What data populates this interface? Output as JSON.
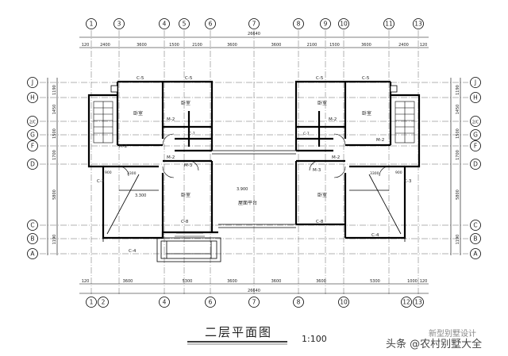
{
  "grid": {
    "top_axes": [
      "1",
      "3",
      "4",
      "5",
      "6",
      "7",
      "8",
      "9",
      "10",
      "11",
      "13"
    ],
    "bottom_axes": [
      "1",
      "2",
      "4",
      "6",
      "7",
      "8",
      "10",
      "12",
      "13"
    ],
    "left_axes": [
      "J",
      "H",
      "2/C",
      "G",
      "F",
      "D",
      "C",
      "B",
      "A"
    ],
    "right_axes": [
      "J",
      "H",
      "2/C",
      "G",
      "F",
      "D",
      "C",
      "B",
      "A"
    ]
  },
  "dimensions": {
    "top_total": "26640",
    "top_parts": [
      "120",
      "2400",
      "3600",
      "1500",
      "2100",
      "3600",
      "3600",
      "2100",
      "1500",
      "3600",
      "2400",
      "120"
    ],
    "bottom_total": "26640",
    "bottom_parts": [
      "120",
      "3600",
      "5300",
      "3600",
      "3600",
      "3600",
      "5300",
      "1000",
      "120"
    ],
    "left_parts": [
      "1190",
      "1450",
      "1500",
      "1700",
      "5800",
      "1190"
    ],
    "right_parts": [
      "1190",
      "1450",
      "1500",
      "1700",
      "5800",
      "1190"
    ]
  },
  "rooms": {
    "bedroom": "卧室",
    "terrace": "屋面平台"
  },
  "elevations": {
    "terrace": "3.900",
    "left_floor": "3.300"
  },
  "tags": {
    "window_c5": "C-5",
    "window_c8": "C-8",
    "window_c4": "C-4",
    "window_c3": "C-3",
    "window_c7": "C-7",
    "door_m2": "M-2",
    "door_m3": "M-3",
    "slab_dim": "3300",
    "slab_dim2": "900"
  },
  "footer": {
    "title": "二层平面图",
    "scale": "1:100"
  },
  "watermark": {
    "source": "头条 @农村别墅大全",
    "small": "新型别墅设计"
  }
}
